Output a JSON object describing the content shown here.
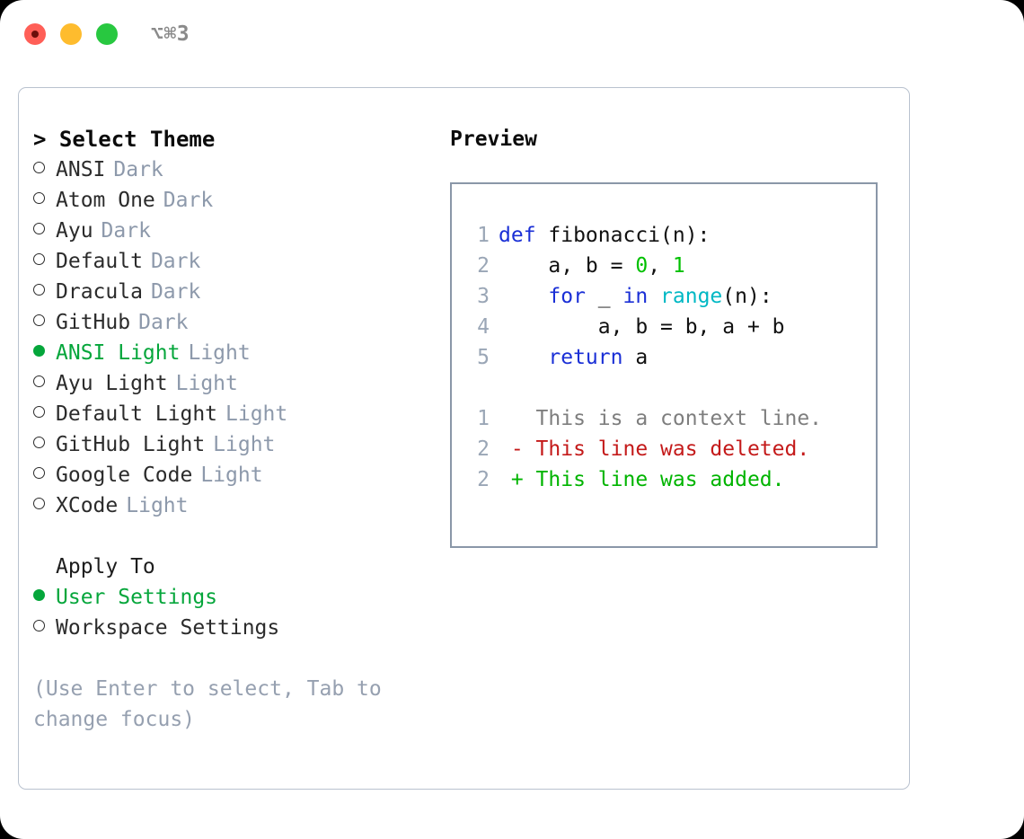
{
  "window": {
    "shortcut": "⌥⌘3",
    "traffic_lights": [
      {
        "name": "close-button",
        "color": "#ff5f57"
      },
      {
        "name": "minimize-button",
        "color": "#febc2e"
      },
      {
        "name": "maximize-button",
        "color": "#28c840"
      }
    ]
  },
  "theme_picker": {
    "title": "> Select Theme",
    "items": [
      {
        "label": "ANSI",
        "tag": "Dark",
        "selected": false
      },
      {
        "label": "Atom One",
        "tag": "Dark",
        "selected": false
      },
      {
        "label": "Ayu",
        "tag": "Dark",
        "selected": false
      },
      {
        "label": "Default",
        "tag": "Dark",
        "selected": false
      },
      {
        "label": "Dracula",
        "tag": "Dark",
        "selected": false
      },
      {
        "label": "GitHub",
        "tag": "Dark",
        "selected": false
      },
      {
        "label": "ANSI Light",
        "tag": "Light",
        "selected": true
      },
      {
        "label": "Ayu Light",
        "tag": "Light",
        "selected": false
      },
      {
        "label": "Default Light",
        "tag": "Light",
        "selected": false
      },
      {
        "label": "GitHub Light",
        "tag": "Light",
        "selected": false
      },
      {
        "label": "Google Code",
        "tag": "Light",
        "selected": false
      },
      {
        "label": "XCode",
        "tag": "Light",
        "selected": false
      }
    ]
  },
  "apply_to": {
    "heading": "Apply To",
    "options": [
      {
        "label": "User Settings",
        "selected": true
      },
      {
        "label": "Workspace Settings",
        "selected": false
      }
    ]
  },
  "hint": "(Use Enter to select, Tab to change focus)",
  "preview": {
    "title": "Preview",
    "code_lines": [
      {
        "num": "1",
        "tokens": [
          {
            "t": "def ",
            "c": "kw"
          },
          {
            "t": "fibonacci(n):",
            "c": "txt"
          }
        ]
      },
      {
        "num": "2",
        "tokens": [
          {
            "t": "    a, b = ",
            "c": "txt"
          },
          {
            "t": "0",
            "c": "num"
          },
          {
            "t": ", ",
            "c": "txt"
          },
          {
            "t": "1",
            "c": "num"
          }
        ]
      },
      {
        "num": "3",
        "tokens": [
          {
            "t": "    ",
            "c": "txt"
          },
          {
            "t": "for",
            "c": "kw"
          },
          {
            "t": " _ ",
            "c": "txt"
          },
          {
            "t": "in",
            "c": "kw"
          },
          {
            "t": " ",
            "c": "txt"
          },
          {
            "t": "range",
            "c": "fn"
          },
          {
            "t": "(n):",
            "c": "txt"
          }
        ]
      },
      {
        "num": "4",
        "tokens": [
          {
            "t": "        a, b = b, a + b",
            "c": "txt"
          }
        ]
      },
      {
        "num": "5",
        "tokens": [
          {
            "t": "    ",
            "c": "txt"
          },
          {
            "t": "return",
            "c": "kw"
          },
          {
            "t": " a",
            "c": "txt"
          }
        ]
      }
    ],
    "diff_lines": [
      {
        "num": "1",
        "marker": "  ",
        "text": "This is a context line.",
        "kind": "ctx"
      },
      {
        "num": "2",
        "marker": "- ",
        "text": "This line was deleted.",
        "kind": "del"
      },
      {
        "num": "2",
        "marker": "+ ",
        "text": "This line was added.",
        "kind": "add"
      }
    ]
  },
  "colors": {
    "accent_green": "#05a63b",
    "tag_gray": "#8d99ab",
    "hint_gray": "#96a0b0",
    "border": "#8a97a8",
    "frame_border": "#b9c2cf",
    "keyword_blue": "#1a2fd6",
    "function_cyan": "#00b8c4",
    "number_green": "#00c000",
    "diff_delete": "#c41a1a",
    "diff_add": "#00b400",
    "diff_context": "#7e7e7e"
  }
}
